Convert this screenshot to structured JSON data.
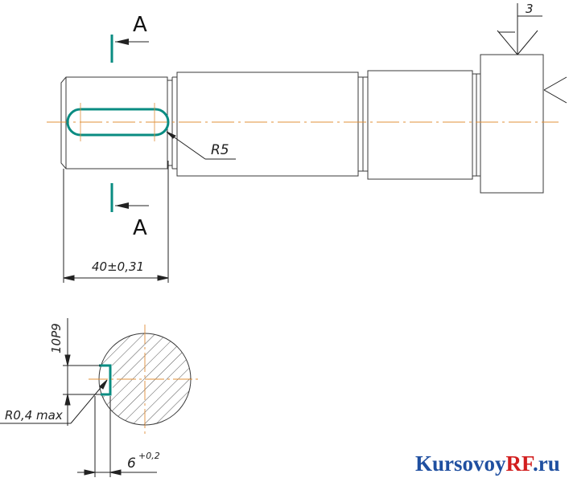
{
  "drawing": {
    "section_label_top": "A",
    "section_label_bottom": "A",
    "radius_callout": "R5",
    "length_dimension": "40±0,31",
    "roughness_value": "3",
    "key_width_tolerance": "10P9",
    "fillet_callout": "R0,4 max",
    "depth_dimension_base": "6",
    "depth_dimension_tolerance": "+0,2"
  },
  "watermark": {
    "part1": "Kursovoy",
    "part2": "RF",
    "part3": ".ru",
    "color_main": "#1f4fa0",
    "color_accent": "#d21e1e"
  },
  "colors": {
    "outline": "#3a3a3a",
    "axis": "#e0903a",
    "feature": "#0a8c82",
    "hatch": "#555555"
  }
}
